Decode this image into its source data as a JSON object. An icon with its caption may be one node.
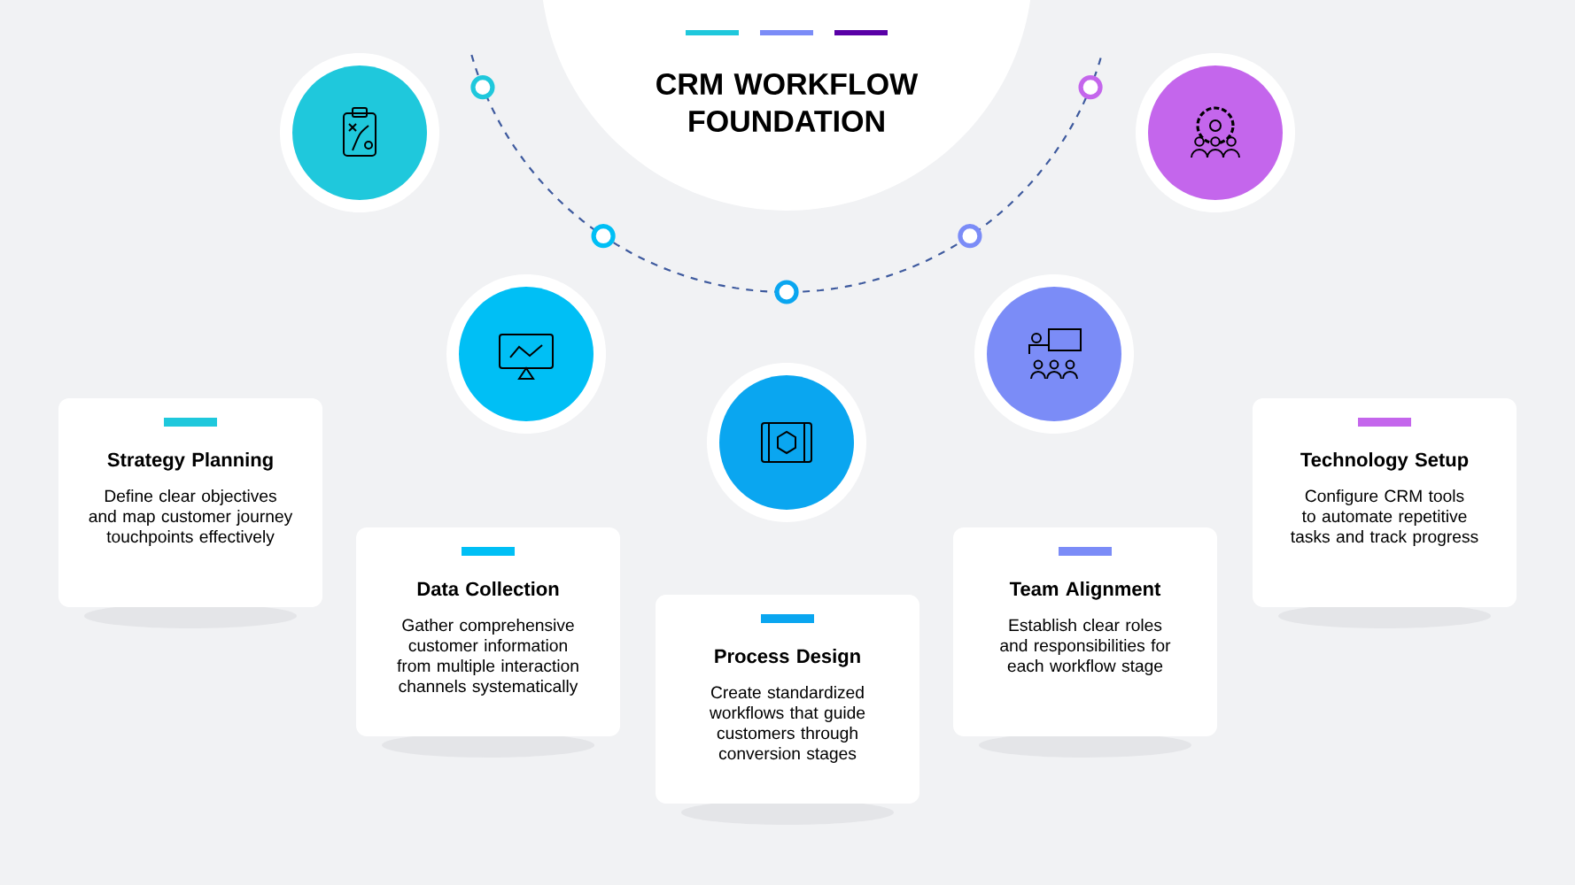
{
  "diagram": {
    "title": "CRM WORKFLOW FOUNDATION",
    "nodes": [
      {
        "text": [
          "Strategy Planning",
          "Define clear objectives and map customer journey touchpoints effectively"
        ]
      },
      {
        "text": [
          "Data Collection",
          "Gather comprehensive customer information from multiple interaction channels systematically"
        ]
      },
      {
        "text": [
          "Process Design",
          "Create standardized workflows that guide customers through conversion stages"
        ]
      },
      {
        "text": [
          "Team Alignment",
          "Establish clear roles and responsibilities for each workflow stage"
        ]
      },
      {
        "text": [
          "Technology Setup",
          "Configure CRM tools to automate repetitive tasks and track progress"
        ]
      }
    ]
  }
}
